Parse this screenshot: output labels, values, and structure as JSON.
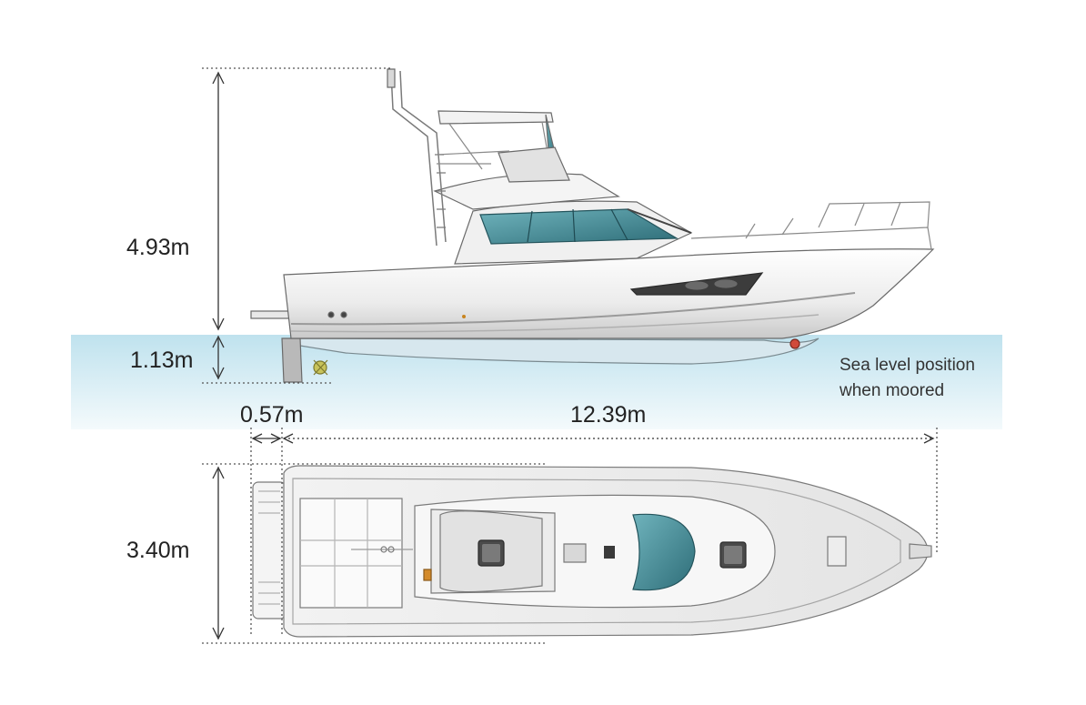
{
  "dimensions": {
    "height": "4.93m",
    "draft": "1.13m",
    "overhang": "0.57m",
    "length": "12.39m",
    "beam": "3.40m"
  },
  "note": {
    "line1": "Sea level position",
    "line2": "when moored"
  },
  "colors": {
    "water_top": "#bfe2ee",
    "water_bottom": "#eef7fa",
    "hull": "#f4f4f4",
    "outline": "#6a6a6a",
    "glass": "#3a7c87",
    "dim_line": "#333333"
  }
}
